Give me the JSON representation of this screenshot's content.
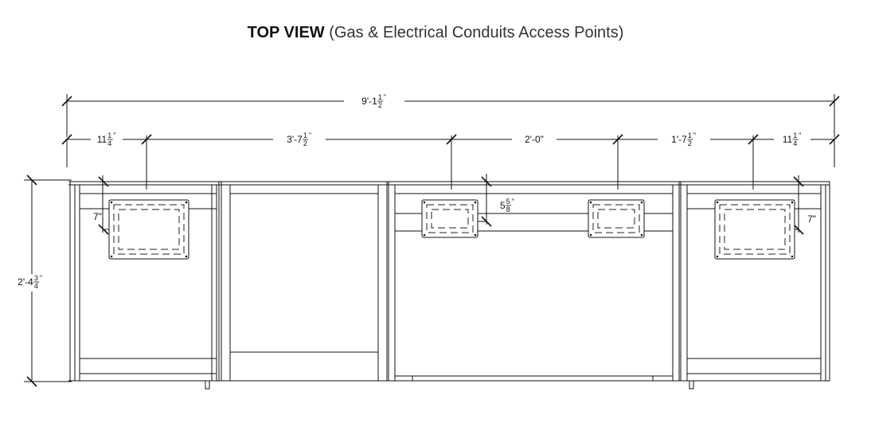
{
  "title": {
    "bold": "TOP VIEW",
    "light": "(Gas & Electrical Conduits Access Points)"
  },
  "dimensions": {
    "overall_width": {
      "whole": "9'-1",
      "num": "1",
      "den": "2",
      "suffix": "\""
    },
    "seg1": {
      "whole": "11",
      "num": "1",
      "den": "4",
      "suffix": "\""
    },
    "seg2": {
      "whole": "3'-7",
      "num": "1",
      "den": "2",
      "suffix": "\""
    },
    "seg3": {
      "whole": "2'-0\"",
      "num": "",
      "den": "",
      "suffix": ""
    },
    "seg4": {
      "whole": "1'-7",
      "num": "1",
      "den": "2",
      "suffix": "\""
    },
    "seg5": {
      "whole": "11",
      "num": "1",
      "den": "4",
      "suffix": "\""
    },
    "depth": {
      "whole": "2'-4",
      "num": "3",
      "den": "4",
      "suffix": "\""
    },
    "left_inset": {
      "whole": "7\"",
      "num": "",
      "den": "",
      "suffix": ""
    },
    "right_inset": {
      "whole": "7\"",
      "num": "",
      "den": "",
      "suffix": ""
    },
    "center_inset": {
      "whole": "5",
      "num": "5",
      "den": "8",
      "suffix": "\""
    }
  },
  "colors": {
    "line": "#111111",
    "dash": "#222222"
  }
}
